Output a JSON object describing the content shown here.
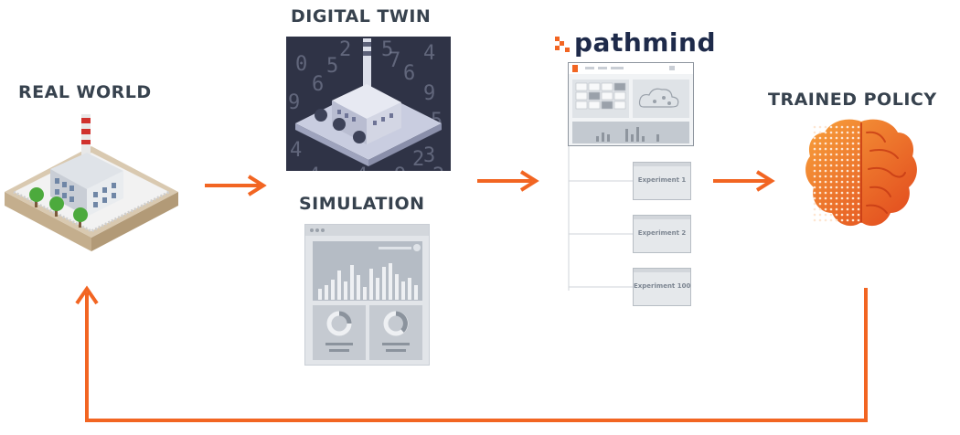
{
  "headings": {
    "real_world": "REAL WORLD",
    "digital_twin": "DIGITAL TWIN",
    "simulation": "SIMULATION",
    "trained_policy": "TRAINED POLICY"
  },
  "brand": {
    "name": "pathmind",
    "accent": "#f26522",
    "dark": "#1e2a4a"
  },
  "experiments": [
    "Experiment 1",
    "Experiment 2",
    "Experiment 100"
  ],
  "twin_digits": [
    "0",
    "6",
    "5",
    "2",
    "7",
    "6",
    "4",
    "9",
    "5",
    "3",
    "4",
    "9",
    "2",
    "3",
    "9",
    "4",
    "2",
    "5",
    "4",
    "9"
  ],
  "colors": {
    "arrow": "#f26522",
    "heading": "#37424e"
  }
}
